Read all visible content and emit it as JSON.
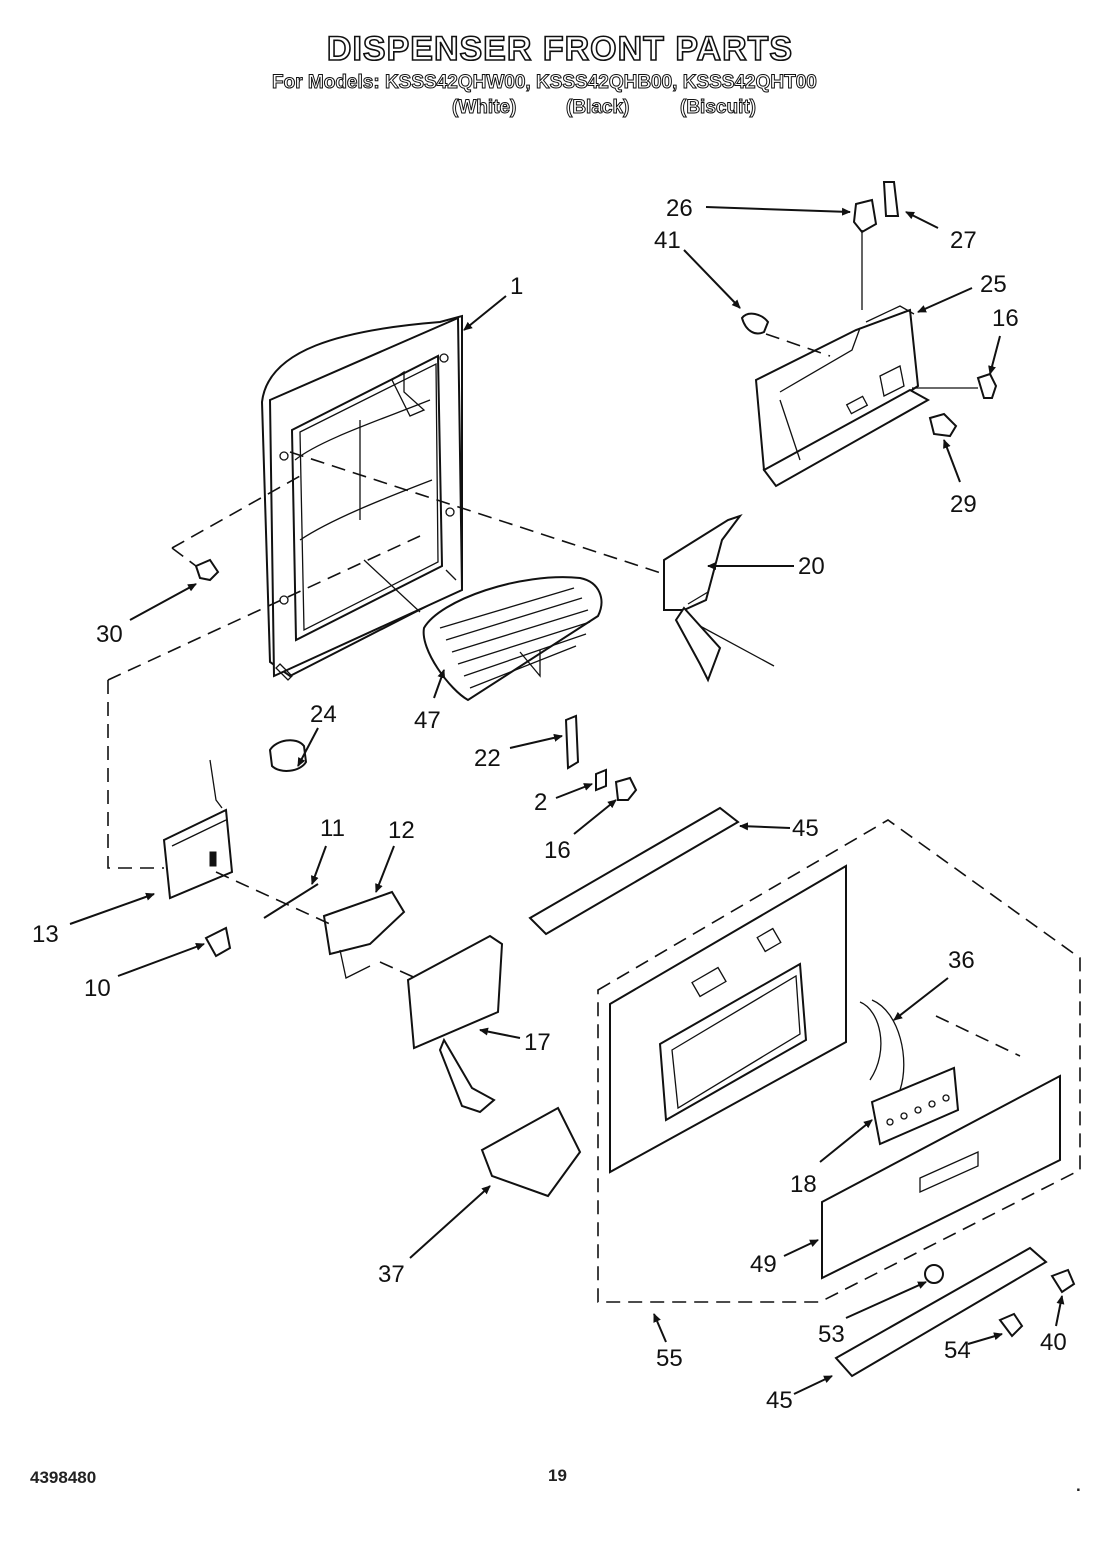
{
  "header": {
    "title": "DISPENSER FRONT PARTS",
    "models_line": "For Models: KSSS42QHW00, KSSS42QHB00, KSSS42QHT00",
    "variants": [
      "(White)",
      "(Black)",
      "(Biscuit)"
    ]
  },
  "callouts": [
    "26",
    "27",
    "41",
    "25",
    "16",
    "29",
    "1",
    "20",
    "30",
    "47",
    "24",
    "22",
    "2",
    "16",
    "45",
    "11",
    "12",
    "13",
    "10",
    "36",
    "17",
    "18",
    "49",
    "37",
    "53",
    "40",
    "54",
    "55",
    "45"
  ],
  "footer": {
    "part_number": "4398480",
    "page_number": "19",
    "dot": "."
  }
}
